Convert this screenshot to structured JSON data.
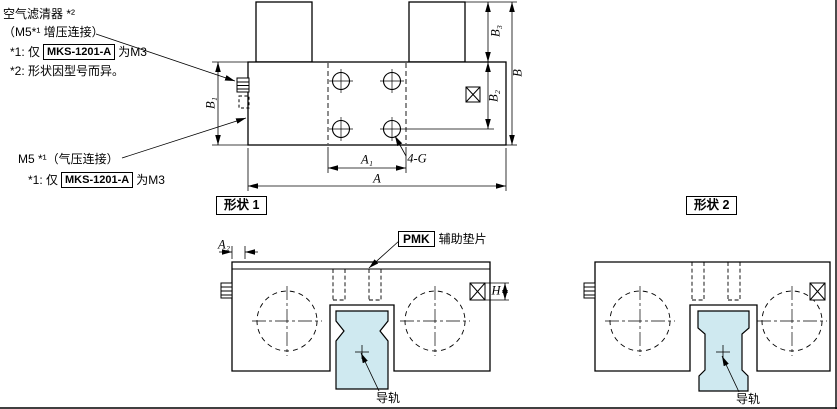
{
  "colors": {
    "line": "#000000",
    "rail_fill": "#cfe9f0"
  },
  "notes": {
    "air_filter": "空气滤清器 *²",
    "boost_port": "（M5*¹ 增压连接）",
    "note1_prefix": "*1: 仅",
    "note1_model": "MKS-1201-A",
    "note1_suffix": "为M3",
    "note2": "*2: 形状因型号而异。",
    "pressure_port": "M5 *¹（气压连接）",
    "note3_prefix": "*1: 仅",
    "note3_model": "MKS-1201-A",
    "note3_suffix": "为M3"
  },
  "dimensions": {
    "b": "B",
    "b1": "B₁",
    "b2": "B₂",
    "b3": "B₃",
    "a": "A",
    "a1": "A₁",
    "a2": "A₂",
    "h": "H",
    "hole_callout": "4-G"
  },
  "sections": {
    "shape1": "形状 1",
    "shape2": "形状 2"
  },
  "labels": {
    "pmk": "PMK",
    "pmk_desc": "辅助垫片",
    "rail1": "导轨",
    "rail2": "导轨"
  }
}
